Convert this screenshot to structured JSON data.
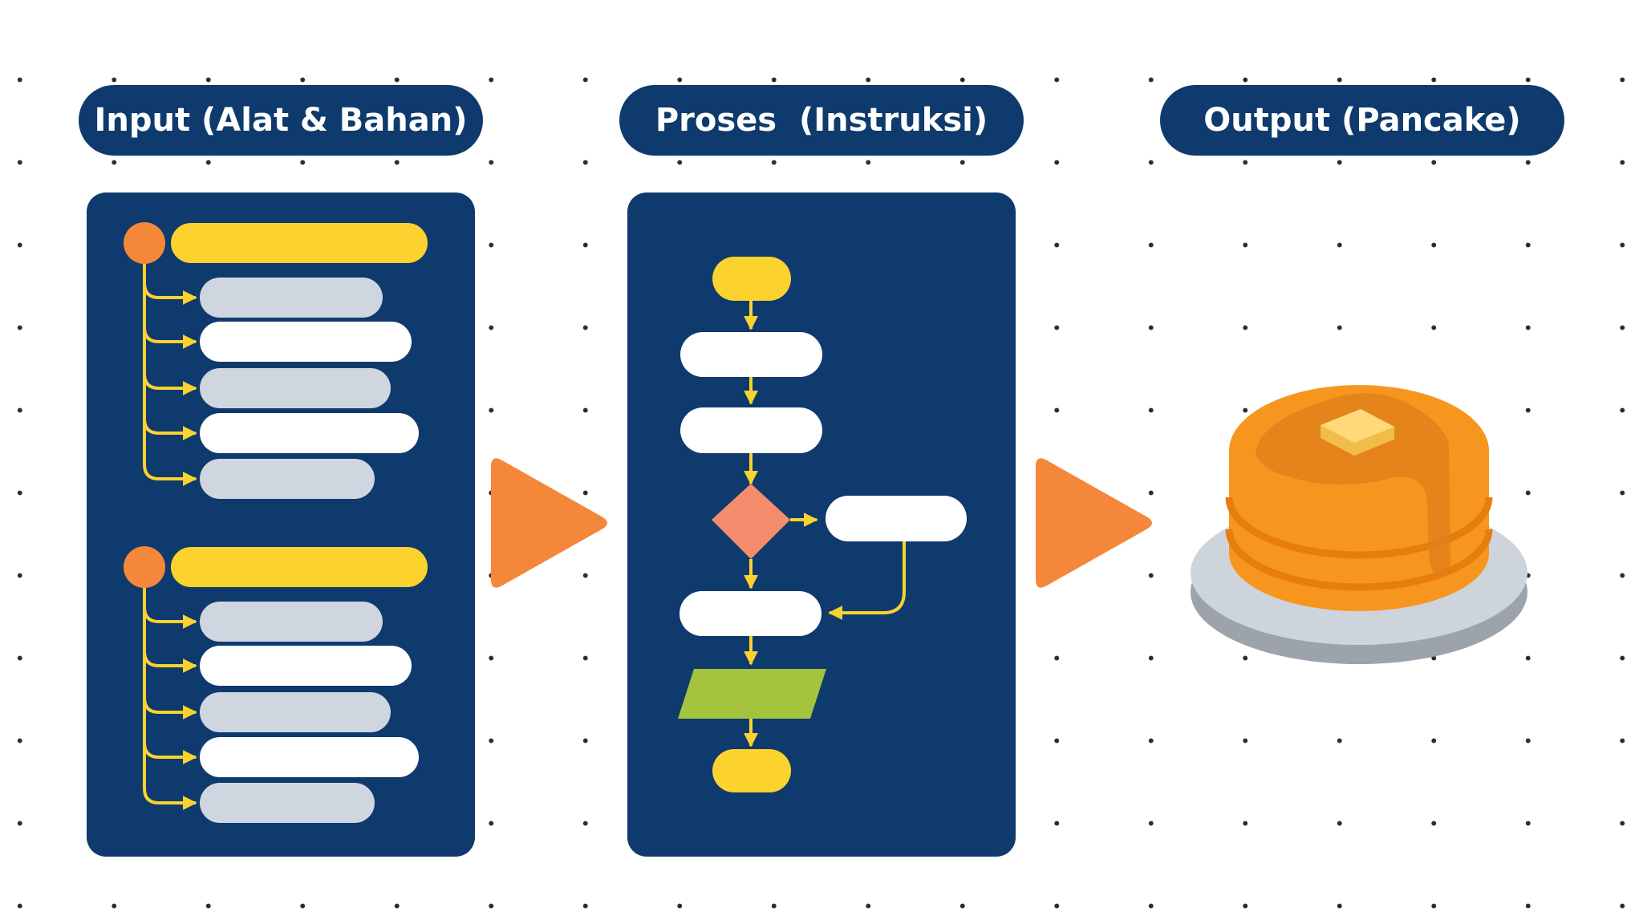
{
  "stages": [
    {
      "title": "Input (Alat & Bahan)"
    },
    {
      "title": "Proses  (Instruksi)"
    },
    {
      "title": "Output (Pancake)"
    }
  ],
  "colors": {
    "navy": "#0e3a6d",
    "yellow": "#fcd22e",
    "orange": "#f5873a",
    "gray_bar": "#cfd6df",
    "white_bar": "#ffffff",
    "salmon_diamond": "#f68c6e",
    "green_parallelogram": "#a3c43c",
    "pancake": "#f7961e",
    "plate": "#cdd4dc"
  },
  "icons": {
    "input_panel": "checklist-tree",
    "process_panel": "flowchart",
    "output": "pancake-stack-with-butter",
    "connector": "play-arrow"
  }
}
